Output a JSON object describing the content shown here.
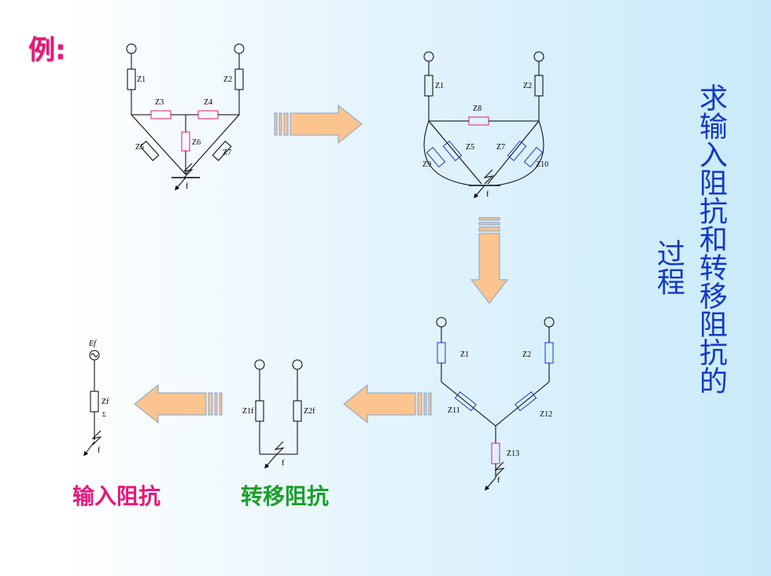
{
  "example_label": "例:",
  "title_vertical": "求输入阻抗和转移阻抗的",
  "title_vertical_2": "过程",
  "captions": {
    "input_impedance": "输入阻抗",
    "transfer_impedance": "转移阻抗"
  },
  "circuit1": {
    "labels": [
      "Z1",
      "Z2",
      "Z3",
      "Z4",
      "Z5",
      "Z6",
      "Z7",
      "f"
    ]
  },
  "circuit2": {
    "labels": [
      "Z1",
      "Z2",
      "Z8",
      "Z5",
      "Z7",
      "Z9",
      "Z10",
      "f"
    ]
  },
  "circuit3": {
    "labels": [
      "Z1",
      "Z2",
      "Z11",
      "Z12",
      "Z13",
      "f"
    ]
  },
  "circuit4": {
    "labels": [
      "Z1f",
      "Z2f",
      "f"
    ]
  },
  "circuit5": {
    "labels": [
      "Ef",
      "Zf",
      "Σ",
      "f"
    ]
  },
  "colors": {
    "pink": "#e8177a",
    "blue": "#1238c8",
    "green": "#1aa02a",
    "arrow_fill": "#fcc48e",
    "arrow_stroke": "#7da3d6"
  }
}
